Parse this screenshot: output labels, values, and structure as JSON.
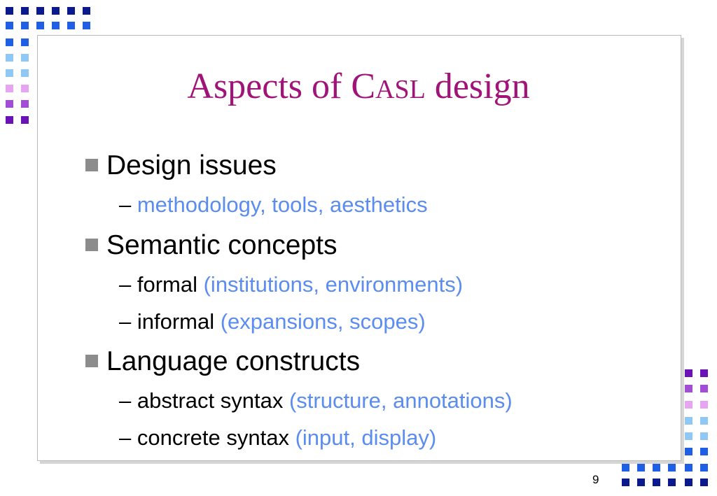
{
  "title": {
    "prefix": "Aspects of C",
    "small_caps": "ASL",
    "suffix": " design"
  },
  "bullets": [
    {
      "label": "Design issues",
      "subitems": [
        {
          "dash": "– ",
          "text": "",
          "detail": "methodology, tools, aesthetics"
        }
      ]
    },
    {
      "label": "Semantic concepts",
      "subitems": [
        {
          "dash": "– ",
          "text": "formal ",
          "detail": "(institutions, environments)"
        },
        {
          "dash": "– ",
          "text": "informal ",
          "detail": "(expansions, scopes)"
        }
      ]
    },
    {
      "label": "Language constructs",
      "subitems": [
        {
          "dash": "– ",
          "text": "abstract syntax ",
          "detail": "(structure, annotations)"
        },
        {
          "dash": "– ",
          "text": "concrete syntax ",
          "detail": "(input, display)"
        }
      ]
    }
  ],
  "page_number": "9",
  "colors": {
    "title": "#a0147a",
    "detail_text": "#5b8cf0",
    "bullet_marker": "#8c8c8c",
    "deco_dark_blue": "#0a1a8c",
    "deco_blue": "#1f5fe6",
    "deco_light_blue": "#8fc8f5",
    "deco_lilac": "#e7a4f0",
    "deco_violet": "#a24cd8",
    "deco_purple": "#6a12b8"
  }
}
